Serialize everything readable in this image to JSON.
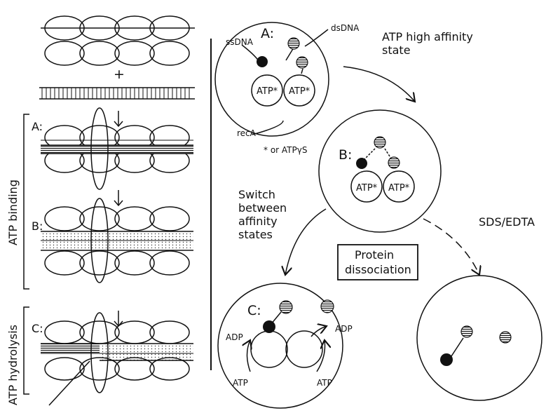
{
  "left_panel": {
    "plus": "+",
    "section_a": "A:",
    "section_b": "B:",
    "section_c": "C:",
    "atp_binding": "ATP binding",
    "atp_hydrolysis": "ATP hydrolysis"
  },
  "circle_a": {
    "label": "A:",
    "ssdna": "ssDNA",
    "dsdna": "dsDNA",
    "atp_left": "ATP*",
    "atp_right": "ATP*",
    "reca": "recA",
    "footnote": "* or ATPγS"
  },
  "circle_b": {
    "label": "B:",
    "atp_left": "ATP*",
    "atp_right": "ATP*"
  },
  "circle_c": {
    "label": "C:",
    "adp_left": "ADP",
    "adp_right": "ADP",
    "atp_left": "ATP",
    "atp_right": "ATP"
  },
  "annotations": {
    "high_affinity_line1": "ATP high affinity",
    "high_affinity_line2": "state",
    "switch_line1": "Switch",
    "switch_line2": "between",
    "switch_line3": "affinity",
    "switch_line4": "states",
    "sds_edta": "SDS/EDTA",
    "protein_line1": "Protein",
    "protein_line2": "dissociation"
  }
}
